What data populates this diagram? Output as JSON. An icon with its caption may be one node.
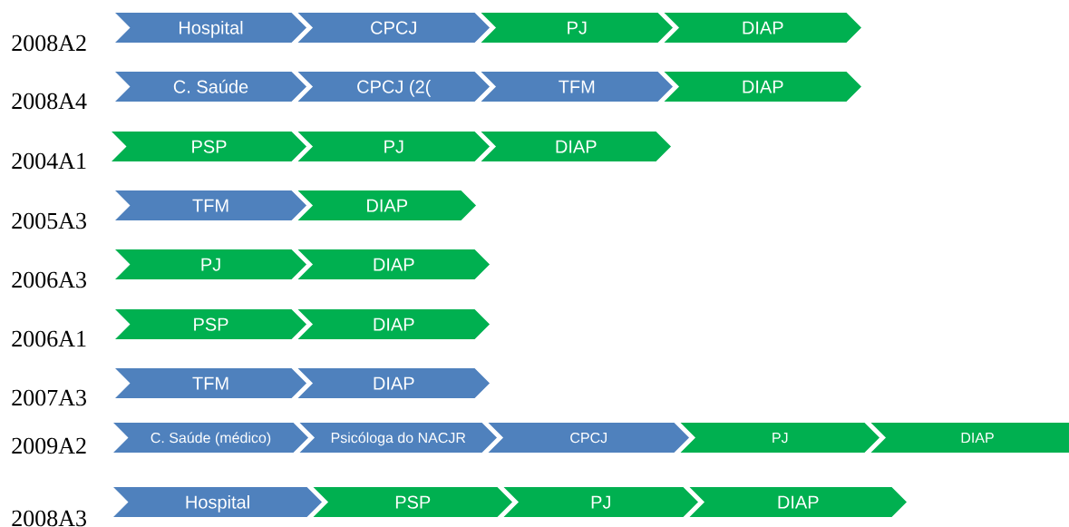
{
  "diagram": {
    "nodes": [
      {
        "text": [
          "Hospital"
        ]
      },
      {
        "text": [
          "CPCJ"
        ]
      },
      {
        "text": [
          "PJ"
        ]
      },
      {
        "text": [
          "DIAP"
        ]
      },
      {
        "text": [
          "C. Saúde"
        ]
      },
      {
        "text": [
          "CPCJ (2("
        ]
      },
      {
        "text": [
          "TFM"
        ]
      },
      {
        "text": [
          "DIAP"
        ]
      },
      {
        "text": [
          "PSP"
        ]
      },
      {
        "text": [
          "PJ"
        ]
      },
      {
        "text": [
          "DIAP"
        ]
      },
      {
        "text": [
          "TFM"
        ]
      },
      {
        "text": [
          "DIAP"
        ]
      },
      {
        "text": [
          "PJ"
        ]
      },
      {
        "text": [
          "DIAP"
        ]
      },
      {
        "text": [
          "PSP"
        ]
      },
      {
        "text": [
          "DIAP"
        ]
      },
      {
        "text": [
          "TFM"
        ]
      },
      {
        "text": [
          "DIAP"
        ]
      },
      {
        "text": [
          "C. Saúde (médico)"
        ]
      },
      {
        "text": [
          "Psicóloga do NACJR"
        ]
      },
      {
        "text": [
          "CPCJ"
        ]
      },
      {
        "text": [
          "PJ"
        ]
      },
      {
        "text": [
          "DIAP"
        ]
      },
      {
        "text": [
          "Hospital"
        ]
      },
      {
        "text": [
          "PSP"
        ]
      },
      {
        "text": [
          "PJ"
        ]
      },
      {
        "text": [
          "DIAP"
        ]
      }
    ],
    "labels": [
      "2008A2",
      "2008A4",
      "2004A1",
      "2005A3",
      "2006A3",
      "2006A1",
      "2007A3",
      "2009A2",
      "2008A3"
    ]
  }
}
